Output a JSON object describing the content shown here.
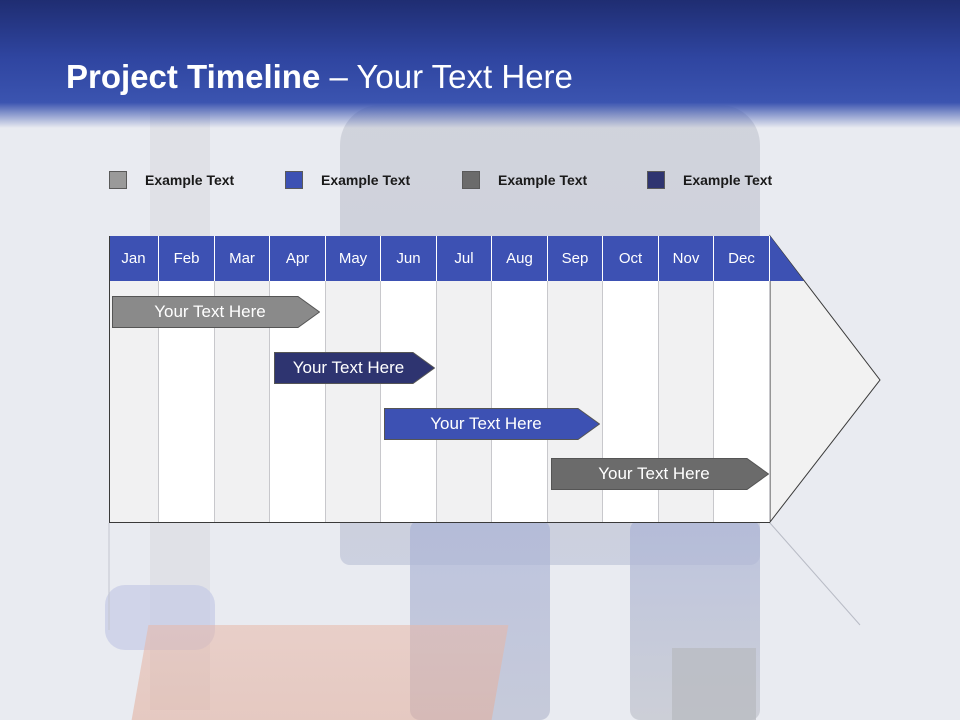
{
  "slide": {
    "title_bold": "Project Timeline",
    "title_rest": " – Your Text Here"
  },
  "legend": [
    {
      "label": "Example Text",
      "color": "#9a9a9a"
    },
    {
      "label": "Example Text",
      "color": "#3d51b3"
    },
    {
      "label": "Example Text",
      "color": "#6b6b6b"
    },
    {
      "label": "Example Text",
      "color": "#2e3470"
    }
  ],
  "months": [
    "Jan",
    "Feb",
    "Mar",
    "Apr",
    "May",
    "Jun",
    "Jul",
    "Aug",
    "Sep",
    "Oct",
    "Nov",
    "Dec"
  ],
  "tasks": [
    {
      "label": "Your  Text Here",
      "color": "#8a8a8a"
    },
    {
      "label": "Your  Text Here",
      "color": "#2e3470"
    },
    {
      "label": "Your  Text Here",
      "color": "#3d51b3"
    },
    {
      "label": "Your  Text Here",
      "color": "#6b6b6b"
    }
  ],
  "colors": {
    "header": "#2f45a0",
    "month_header": "#3d51b3",
    "arrow_fill": "#f2f2f2"
  }
}
